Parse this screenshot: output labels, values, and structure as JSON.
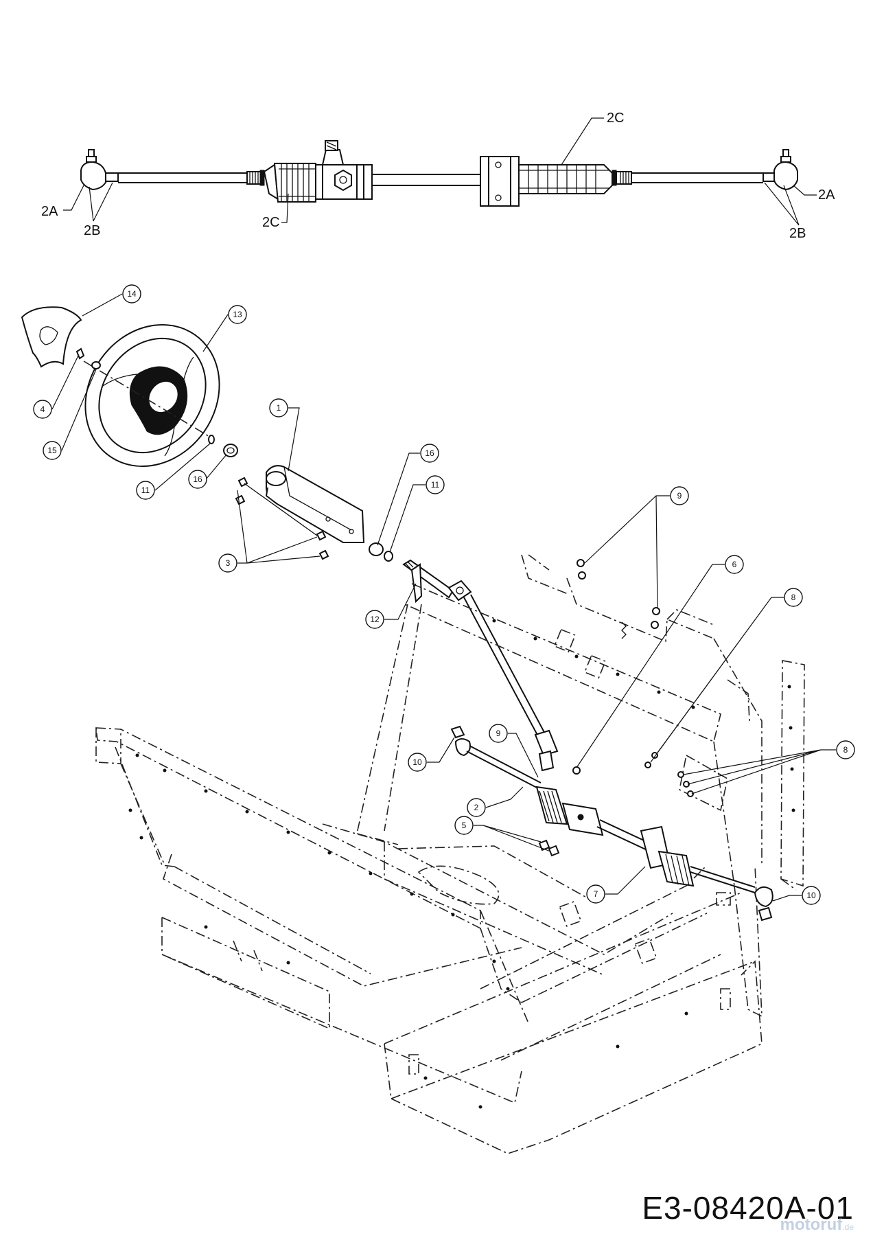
{
  "rack_labels": {
    "tie_rod_end_left": "2A",
    "tie_rod_end_right": "2A",
    "jam_nut_left": "2B",
    "jam_nut_right": "2B",
    "boot_left": "2C",
    "boot_right": "2C"
  },
  "callouts": {
    "c14": "14",
    "c13": "13",
    "c4": "4",
    "c15": "15",
    "c11a": "11",
    "c16a": "16",
    "c1": "1",
    "c3": "3",
    "c16b": "16",
    "c11b": "11",
    "c9a": "9",
    "c6": "6",
    "c12": "12",
    "c8a": "8",
    "c9b": "9",
    "c10a": "10",
    "c2": "2",
    "c5": "5",
    "c8b": "8",
    "c7": "7",
    "c10b": "10"
  },
  "drawing_number": "E3-08420A-01",
  "watermark": {
    "text": "motoruf",
    "suffix": ".de"
  }
}
